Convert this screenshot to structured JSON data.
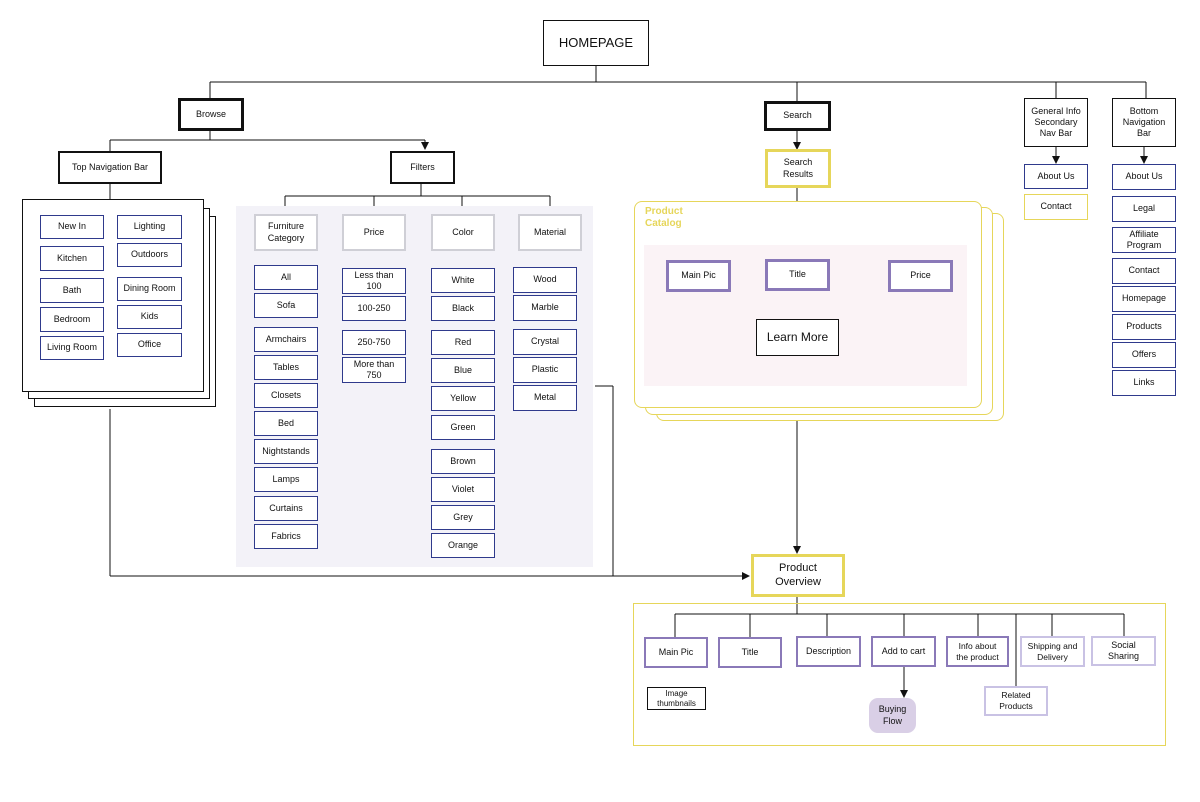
{
  "homepage": "HOMEPAGE",
  "browse": {
    "label": "Browse",
    "top_nav": {
      "label": "Top Navigation Bar",
      "col1": [
        "New In",
        "Kitchen",
        "Bath",
        "Bedroom",
        "Living Room"
      ],
      "col2": [
        "Lighting",
        "Outdoors",
        "Dining Room",
        "Kids",
        "Office"
      ]
    },
    "filters": {
      "label": "Filters",
      "furniture": {
        "header": "Furniture\nCategory",
        "items": [
          "All",
          "Sofa",
          "Armchairs",
          "Tables",
          "Closets",
          "Bed",
          "Nightstands",
          "Lamps",
          "Curtains",
          "Fabrics"
        ]
      },
      "price": {
        "header": "Price",
        "items": [
          "Less than\n100",
          "100-250",
          "250-750",
          "More than\n750"
        ]
      },
      "color": {
        "header": "Color",
        "items": [
          "White",
          "Black",
          "Red",
          "Blue",
          "Yellow",
          "Green",
          "Brown",
          "Violet",
          "Grey",
          "Orange"
        ]
      },
      "material": {
        "header": "Material",
        "items": [
          "Wood",
          "Marble",
          "Crystal",
          "Plastic",
          "Metal"
        ]
      }
    }
  },
  "search": {
    "label": "Search",
    "results": "Search\nResults",
    "catalog": {
      "title": "Product\nCatalog",
      "main_pic": "Main Pic",
      "title_item": "Title",
      "price": "Price",
      "learn_more": "Learn More"
    }
  },
  "general_info": {
    "label": "General Info\nSecondary\nNav Bar",
    "items": [
      "About Us",
      "Contact"
    ]
  },
  "bottom_nav": {
    "label": "Bottom\nNavigation\nBar",
    "items": [
      "About Us",
      "Legal",
      "Affiliate\nProgram",
      "Contact",
      "Homepage",
      "Products",
      "Offers",
      "Links"
    ]
  },
  "overview": {
    "label": "Product\nOverview",
    "main_pic": "Main Pic",
    "thumbnails": "Image\nthumbnails",
    "title": "Title",
    "description": "Description",
    "add_to_cart": "Add to cart",
    "buying_flow": "Buying\nFlow",
    "info": "Info about\nthe product",
    "shipping": "Shipping and\nDelivery",
    "related": "Related\nProducts",
    "social": "Social\nSharing"
  },
  "colors": {
    "blue_border": "#2f3a8c",
    "yellow": "#e6d65a",
    "purple": "#8a79b8",
    "light_purple": "#c9c2e4",
    "filters_bg": "#f3f2f8",
    "catalog_bg": "#fbf3f6"
  }
}
